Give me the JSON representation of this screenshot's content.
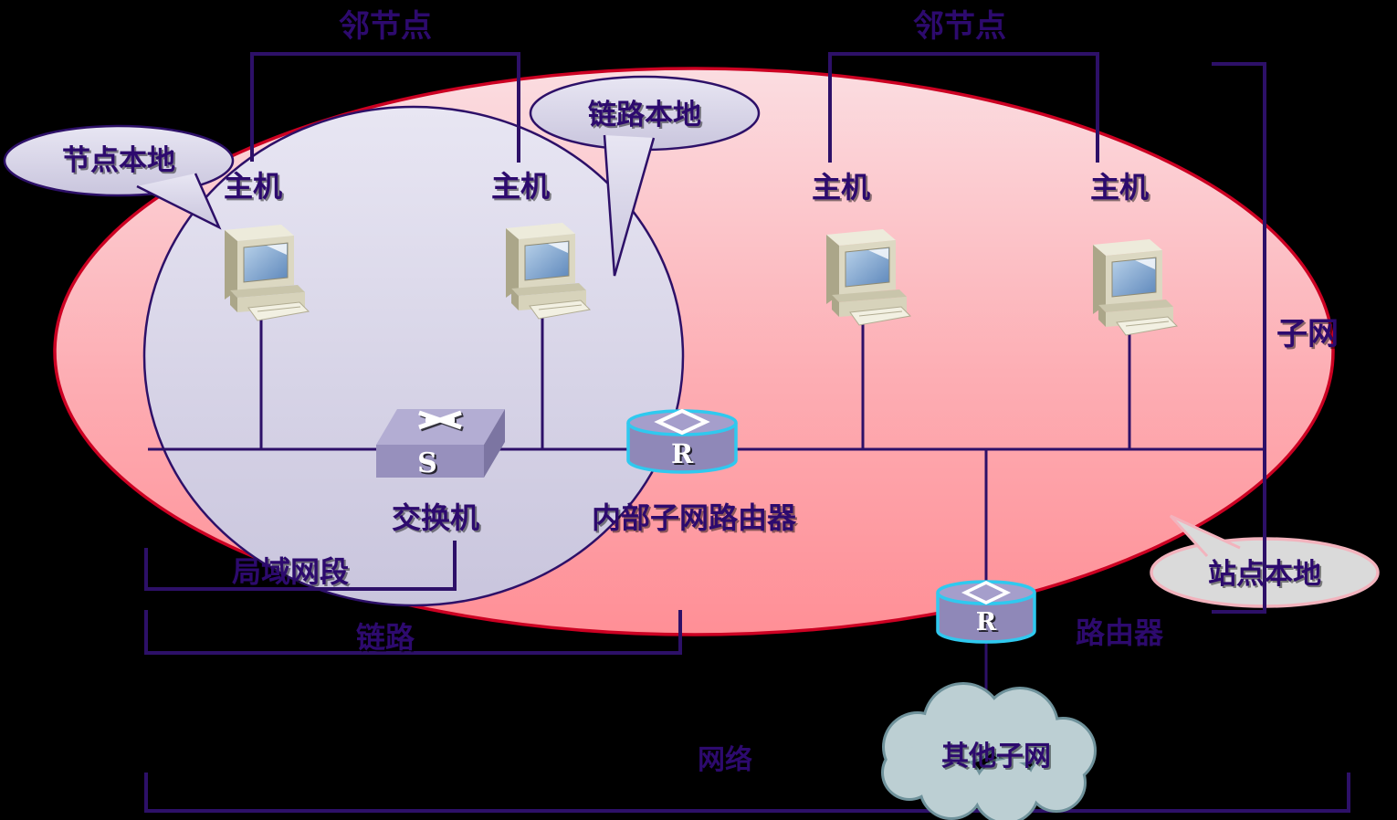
{
  "canvas": {
    "background": "#000000"
  },
  "colors": {
    "subnet_ellipse_border": "#cc0022",
    "subnet_ellipse_fill_top": "#fbdde1",
    "subnet_ellipse_fill_bottom": "#ff8f96",
    "linklocal_ellipse_border": "#2d1068",
    "linklocal_ellipse_fill_top": "#e6e4f1",
    "linklocal_ellipse_fill_bottom": "#cbc7de",
    "label_text": "#2d0a6e",
    "wire": "#2d1068",
    "router_outline": "#2fc9ef",
    "device_body": "#9790bd",
    "cloud_fill": "#bccfd3",
    "cloud_border": "#6f929b",
    "site_bubble_fill": "#dadada",
    "site_bubble_border": "#f2b3bd"
  },
  "bubbles": {
    "node_local": {
      "label": "节点本地"
    },
    "link_local": {
      "label": "链路本地"
    },
    "site_local": {
      "label": "站点本地"
    }
  },
  "brackets": {
    "neighbor_left": {
      "label": "邻节点"
    },
    "neighbor_right": {
      "label": "邻节点"
    },
    "subnet": {
      "label": "子网"
    },
    "lan_segment": {
      "label": "局域网段"
    },
    "link": {
      "label": "链路"
    },
    "network": {
      "label": "网络"
    }
  },
  "hosts": [
    {
      "label": "主机"
    },
    {
      "label": "主机"
    },
    {
      "label": "主机"
    },
    {
      "label": "主机"
    }
  ],
  "devices": {
    "switch": {
      "label": "交换机",
      "letter": "S"
    },
    "internal_router": {
      "label": "内部子网路由器",
      "letter": "R"
    },
    "edge_router": {
      "label": "路由器",
      "letter": "R"
    },
    "other_subnet_cloud": {
      "label": "其他子网"
    }
  }
}
